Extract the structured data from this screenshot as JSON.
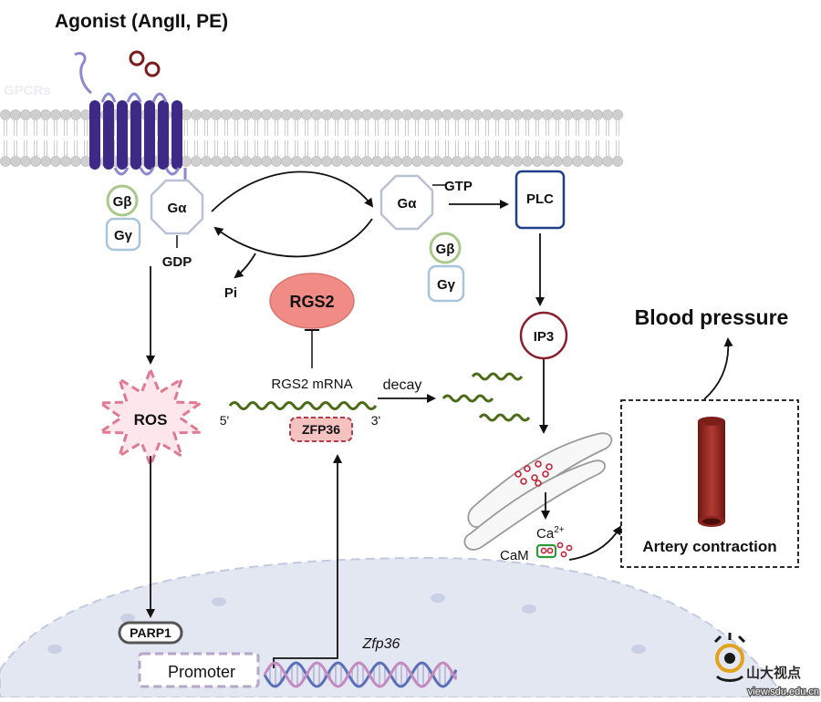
{
  "title": "Agonist (AngII, PE)",
  "watermark_gpcr": "GPCRs",
  "membrane": {
    "g_beta": "Gβ",
    "g_alpha": "Gα",
    "g_gamma": "Gγ",
    "gdp": "GDP",
    "pi": "Pi",
    "gtp": "GTP",
    "plc": "PLC"
  },
  "rgs2": "RGS2",
  "ip3": "IP3",
  "rgs2_mrna": "RGS2 mRNA",
  "five_prime": "5'",
  "three_prime": "3'",
  "zfp36_protein": "ZFP36",
  "decay": "decay",
  "ros": "ROS",
  "ca": "Ca",
  "ca_sup": "2+",
  "cam": "CaM",
  "blood_pressure": "Blood pressure",
  "artery_contraction": "Artery contraction",
  "parp1": "PARP1",
  "promoter": "Promoter",
  "zfp36_gene": "Zfp36",
  "logo_text": "山大视点",
  "logo_url": "view.sdu.edu.cn",
  "colors": {
    "gpcr": "#3d2a86",
    "rgs2_fill": "#f08b86",
    "zfp36_fill": "#f5c2c2",
    "plc_border": "#1f3f8a",
    "ip3_border": "#8a1f2e",
    "mrna": "#4b6b17",
    "ros": "#e07a92",
    "artery": "#8e2420",
    "nucleus": "#e3e7f2",
    "dna_a": "#5a6fb8",
    "dna_b": "#c48ac0"
  }
}
